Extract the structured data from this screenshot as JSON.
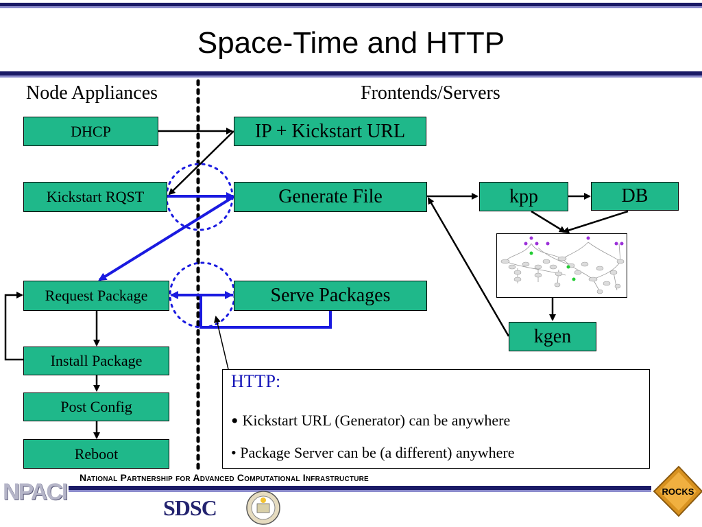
{
  "slide": {
    "title": "Space-Time and HTTP"
  },
  "columns": {
    "left": "Node Appliances",
    "right": "Frontends/Servers"
  },
  "node_steps": {
    "dhcp": "DHCP",
    "kickstart_rqst": "Kickstart RQST",
    "request_package": "Request Package",
    "install_package": "Install Package",
    "post_config": "Post Config",
    "reboot": "Reboot"
  },
  "server_steps": {
    "ip_kickstart_url": "IP + Kickstart URL",
    "generate_file": "Generate File",
    "serve_packages": "Serve Packages",
    "kpp": "kpp",
    "db": "DB",
    "kgen": "kgen"
  },
  "callout": {
    "heading": "HTTP:",
    "bullet1": "Kickstart URL (Generator) can be anywhere",
    "bullet2": "• Package Server can be (a different) anywhere",
    "bullet_glyph": "•"
  },
  "footer": {
    "org": "National Partnership for Advanced Computational Infrastructure",
    "logo_left": "NPACI",
    "logo_sdsc": "SDSC",
    "logo_rocks": "ROCKS"
  },
  "colors": {
    "box_fill": "#1fb88a",
    "flow_blue": "#1a1ae0",
    "header_bar": "#1a1a66",
    "callout_heading": "#1515b8"
  }
}
